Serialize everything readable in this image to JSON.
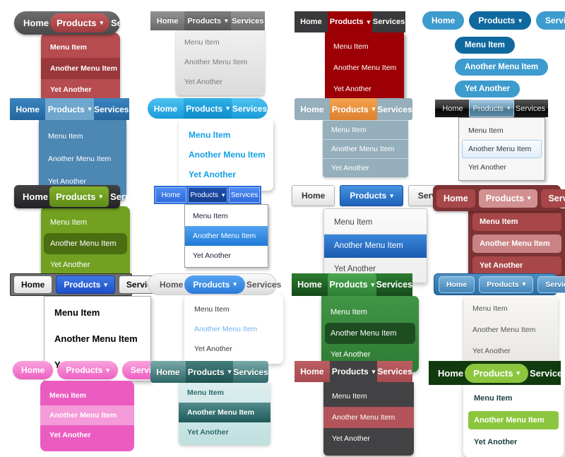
{
  "labels": {
    "home": "Home",
    "products": "Products",
    "caret": "▾",
    "services": "Services",
    "menu_items": [
      "Menu Item",
      "Another Menu Item",
      "Yet Another"
    ]
  },
  "gallery": {
    "rows": 5,
    "columns": 4,
    "total_samples": 20,
    "background": "#ffffff",
    "menus": [
      {
        "pos": "r1c1",
        "style": "dark-gray-pill-crimson",
        "bar": "#5a5a5c",
        "active": "#b5494c",
        "panel": "#b64c4f",
        "highlight": "#9a383c",
        "text": "#ffffff"
      },
      {
        "pos": "r1c2",
        "style": "glossy-gray",
        "bar": "#7f7f7f",
        "active": "#666666",
        "panel": "#e6e6e6",
        "highlight": null,
        "text": "#7b7b7b"
      },
      {
        "pos": "r1c3",
        "style": "charcoal-flat-crimson",
        "bar": "#3a3a3c",
        "active": "#9c0005",
        "panel": "#9c0005",
        "highlight": null,
        "text": "#ffffff"
      },
      {
        "pos": "r1c4",
        "style": "blue-pills",
        "bar": "#3d9bcd",
        "active": "#0f699f",
        "panel": "#3d9bcd",
        "highlight": "#0f699f",
        "text": "#ffffff"
      },
      {
        "pos": "r2c1",
        "style": "steel-blue",
        "bar": "#2d74ae",
        "active": "#6ea6cd",
        "panel": "#4d87b3",
        "highlight": null,
        "text": "#ffffff"
      },
      {
        "pos": "r2c2",
        "style": "sky-rounded-white-panel",
        "bar": "#29abe2",
        "active": "#1897d2",
        "panel": "#ffffff",
        "highlight": null,
        "text": "#13a0e4"
      },
      {
        "pos": "r2c3",
        "style": "bluegray-orange",
        "bar": "#95afbc",
        "active": "#e8913e",
        "panel": "#95afbc",
        "highlight": null,
        "text": "#ffffff"
      },
      {
        "pos": "r2c4",
        "style": "win7-aero-black",
        "bar": "#1e1e1e",
        "active": "#6f9cb8",
        "panel": "#f6f6f6",
        "highlight": "#dcecfa",
        "text": "#3a3a3a"
      },
      {
        "pos": "r3c1",
        "style": "black-rounded-lime",
        "bar": "#323234",
        "active": "#70a022",
        "panel": "#72a122",
        "highlight": "#4c6e12",
        "text": "#ffffff"
      },
      {
        "pos": "r3c2",
        "style": "windows-blue",
        "bar": "#2e6ede",
        "active": "#1a49a6",
        "panel": "#ffffff",
        "highlight": "#2f89e8",
        "text": "#20203a"
      },
      {
        "pos": "r3c3",
        "style": "white-buttons-blue",
        "bar": "#f0f0f0",
        "active": "#2f7ccc",
        "panel": "#f4f4f4",
        "highlight": "#2a74c8",
        "text": "#454545"
      },
      {
        "pos": "r3c4",
        "style": "maroon-rose",
        "bar": "#7d3234",
        "active": "#d29091",
        "panel": "#7d3234",
        "highlight": "#ca8384",
        "text": "#ffffff"
      },
      {
        "pos": "r4c1",
        "style": "gray-frame-buttons",
        "bar": "#6f6f71",
        "active": "#2e62d6",
        "panel": "#ffffff",
        "highlight": null,
        "text": "#000000"
      },
      {
        "pos": "r4c2",
        "style": "silver-pill-blue",
        "bar": "#e9e9e9",
        "active": "#3a8ae4",
        "panel": "#ffffff",
        "highlight": "#74b2f4",
        "text": "#3a3a3a"
      },
      {
        "pos": "r4c3",
        "style": "forest-green",
        "bar": "#21632a",
        "active": "#3c9a41",
        "panel": "#388b3d",
        "highlight": "#1d4d21",
        "text": "#ffffff"
      },
      {
        "pos": "r4c4",
        "style": "denim-buttons",
        "bar": "#3b7eb3",
        "active": "#5e9dc8",
        "panel": "#efede9",
        "highlight": null,
        "text": "#565656"
      },
      {
        "pos": "r5c1",
        "style": "pink-bubble",
        "bar": "#f176c9",
        "active": "#f176c9",
        "panel": "#eb5cc1",
        "highlight": "#f59bd9",
        "text": "#ffffff"
      },
      {
        "pos": "r5c2",
        "style": "teal-gloss",
        "bar": "#4f8f8f",
        "active": "#2f6b6b",
        "panel": "#cfe6e6",
        "highlight": "#2f6b6b",
        "text": "#2c6a6a"
      },
      {
        "pos": "r5c3",
        "style": "crimson-charcoal",
        "bar": "#b05459",
        "active": "#424245",
        "panel": "#424245",
        "highlight": "#b25459",
        "text": "#ffffff"
      },
      {
        "pos": "r5c4",
        "style": "darkgreen-lime",
        "bar": "#113a0e",
        "active": "#8cc63f",
        "panel": "#ffffff",
        "highlight": "#8cc63f",
        "text": "#1d4044"
      }
    ]
  }
}
